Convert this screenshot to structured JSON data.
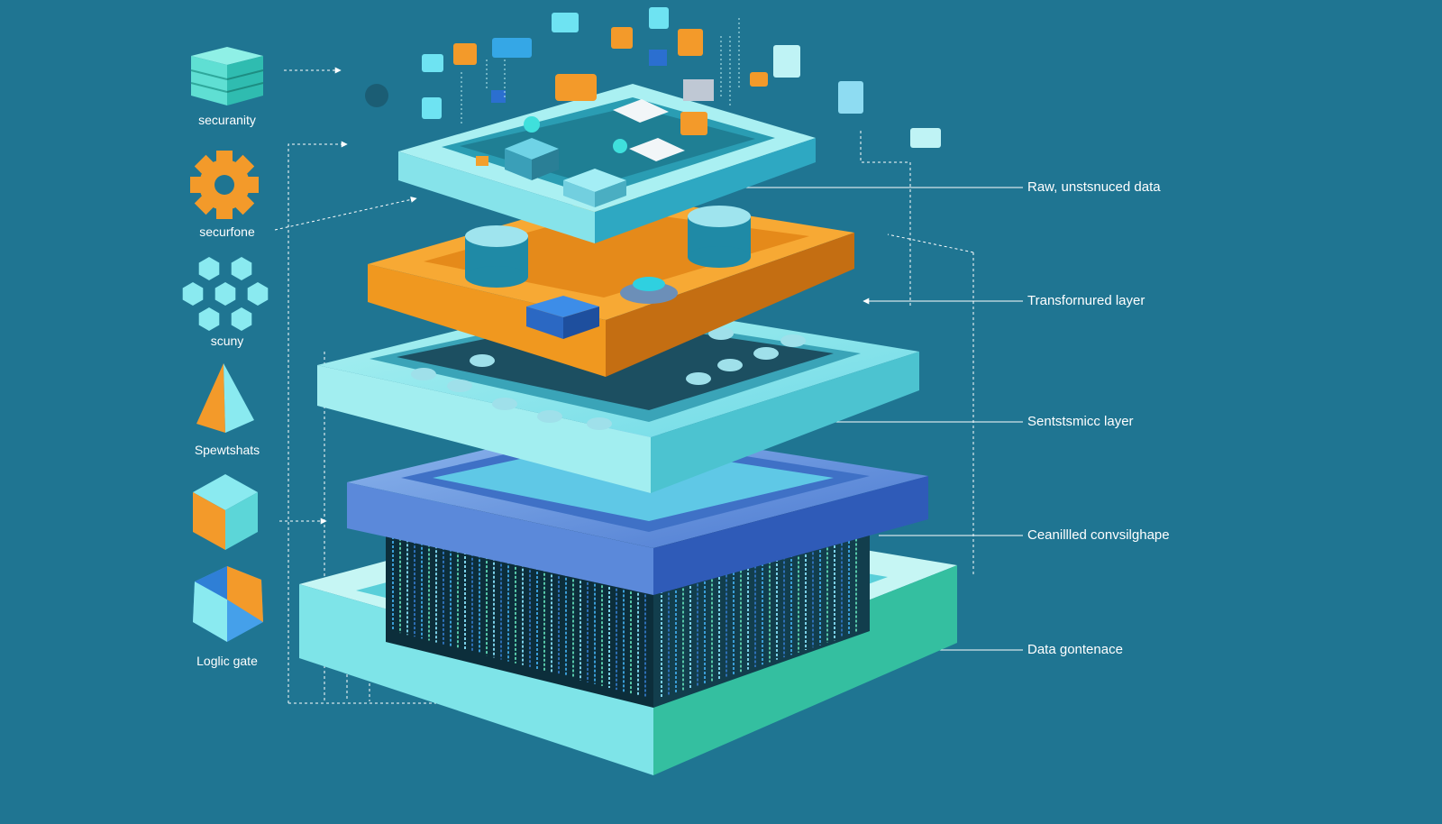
{
  "side_icons": [
    {
      "label": "securanity",
      "icon": "stacked-panels-icon"
    },
    {
      "label": "securfone",
      "icon": "gear-icon"
    },
    {
      "label": "scuny",
      "icon": "hexagon-cluster-icon"
    },
    {
      "label": "Spewtshats",
      "icon": "pyramid-icon"
    },
    {
      "label": "",
      "icon": "cube-icon"
    },
    {
      "label": "Loglic gate",
      "icon": "polyhedron-icon"
    }
  ],
  "layer_labels": [
    {
      "text": "Raw, unstsnuced data"
    },
    {
      "text": "Transfornured layer"
    },
    {
      "text": "Sentstsmicc layer"
    },
    {
      "text": "Ceanillled convsilghape"
    },
    {
      "text": "Data gontenace"
    }
  ],
  "colors": {
    "background": "#1f7592",
    "orange": "#f39a2a",
    "cyan": "#7ee8ec",
    "blue": "#4b7fd6",
    "teal": "#58d6c2"
  }
}
